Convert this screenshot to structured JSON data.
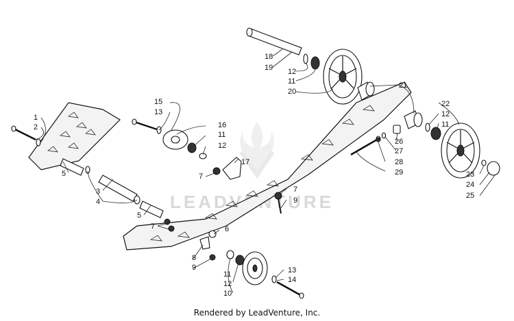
{
  "watermark": {
    "text": "LEADVENTURE"
  },
  "footer": {
    "text": "Rendered by LeadVenture, Inc."
  },
  "callouts": [
    "1",
    "2",
    "3",
    "4",
    "5",
    "5",
    "6",
    "7",
    "7",
    "7",
    "8",
    "9",
    "9",
    "10",
    "11",
    "11",
    "11",
    "11",
    "12",
    "12",
    "12",
    "12",
    "13",
    "13",
    "14",
    "15",
    "16",
    "17",
    "18",
    "19",
    "20",
    "21",
    "22",
    "23",
    "24",
    "25",
    "26",
    "27",
    "28",
    "29"
  ]
}
